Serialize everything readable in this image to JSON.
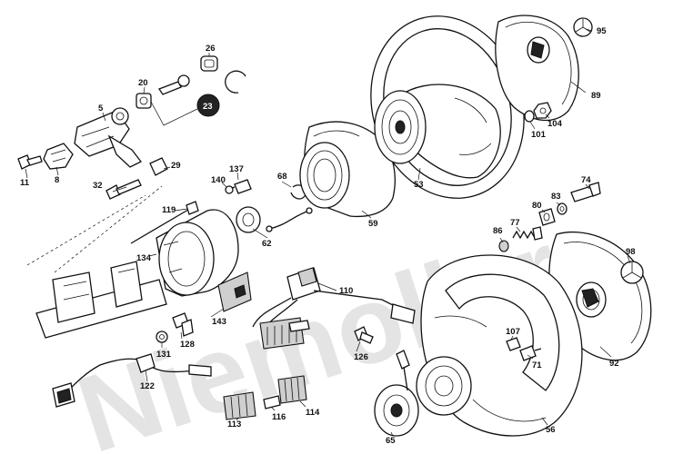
{
  "watermark": "Niemoller",
  "callouts": [
    "5",
    "8",
    "11",
    "20",
    "23",
    "26",
    "29",
    "32",
    "53",
    "56",
    "59",
    "62",
    "65",
    "68",
    "71",
    "74",
    "77",
    "80",
    "83",
    "86",
    "89",
    "92",
    "95",
    "98",
    "101",
    "104",
    "107",
    "110",
    "113",
    "114",
    "116",
    "119",
    "122",
    "126",
    "128",
    "131",
    "134",
    "137",
    "140",
    "143"
  ],
  "colors": {
    "line": "#111111",
    "background": "#ffffff",
    "watermark": "#e4e4e4"
  }
}
